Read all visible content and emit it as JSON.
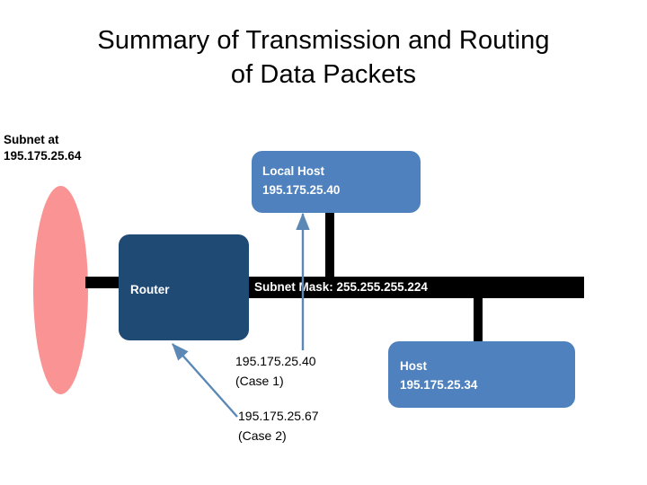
{
  "slide": {
    "title_line1": "Summary of Transmission and Routing",
    "title_line2": "of Data Packets",
    "background_color": "#ffffff"
  },
  "palette": {
    "title_text": "#000000",
    "subnet_ellipse": "#fa9494",
    "router_fill": "#1f4a74",
    "host_fill": "#4e81bd",
    "bus_fill": "#000000",
    "bus_text": "#ffffff",
    "arrow_stroke": "#5b88b5"
  },
  "labels": {
    "subnet_at_line1": "Subnet at",
    "subnet_at_line2": "195.175.25.64",
    "case1_address": "195.175.25.40",
    "case1_caption": "(Case 1)",
    "case2_address": "195.175.25.67",
    "case2_caption": "(Case 2)"
  },
  "nodes": {
    "local_host": {
      "name": "Local Host",
      "address": "195.175.25.40"
    },
    "router": {
      "name": "Router"
    },
    "host": {
      "name": "Host",
      "address": "195.175.25.34"
    }
  },
  "bus": {
    "subnet_mask_label": "Subnet Mask: 255.255.255.224"
  },
  "icons": {
    "up_arrow": "arrow-up-icon",
    "diagonal_arrow": "arrow-upleft-icon"
  }
}
